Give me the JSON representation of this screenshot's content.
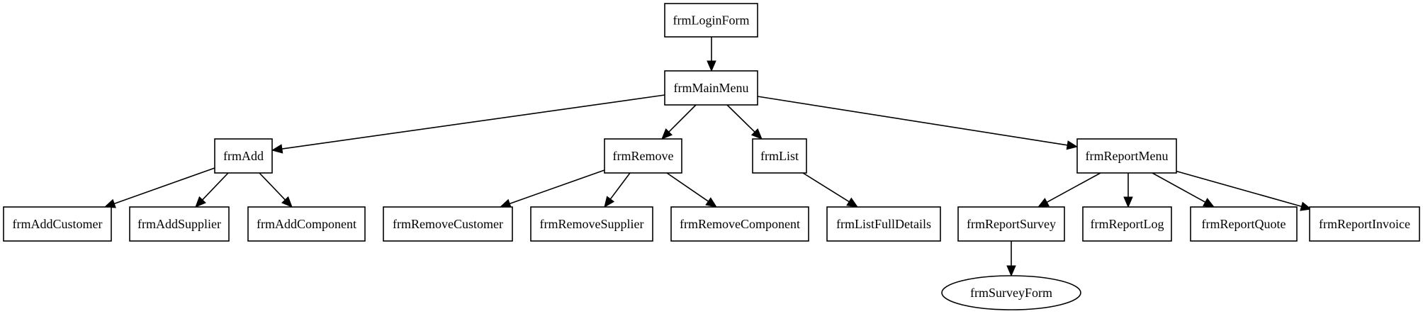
{
  "diagram": {
    "nodes": [
      {
        "id": "login",
        "label": "frmLoginForm",
        "shape": "box"
      },
      {
        "id": "main",
        "label": "frmMainMenu",
        "shape": "box"
      },
      {
        "id": "add",
        "label": "frmAdd",
        "shape": "box"
      },
      {
        "id": "remove",
        "label": "frmRemove",
        "shape": "box"
      },
      {
        "id": "list",
        "label": "frmList",
        "shape": "box"
      },
      {
        "id": "report",
        "label": "frmReportMenu",
        "shape": "box"
      },
      {
        "id": "addCustomer",
        "label": "frmAddCustomer",
        "shape": "box"
      },
      {
        "id": "addSupplier",
        "label": "frmAddSupplier",
        "shape": "box"
      },
      {
        "id": "addComponent",
        "label": "frmAddComponent",
        "shape": "box"
      },
      {
        "id": "removeCustomer",
        "label": "frmRemoveCustomer",
        "shape": "box"
      },
      {
        "id": "removeSupplier",
        "label": "frmRemoveSupplier",
        "shape": "box"
      },
      {
        "id": "removeComponent",
        "label": "frmRemoveComponent",
        "shape": "box"
      },
      {
        "id": "listFull",
        "label": "frmListFullDetails",
        "shape": "box"
      },
      {
        "id": "reportSurvey",
        "label": "frmReportSurvey",
        "shape": "box"
      },
      {
        "id": "reportLog",
        "label": "frmReportLog",
        "shape": "box"
      },
      {
        "id": "reportQuote",
        "label": "frmReportQuote",
        "shape": "box"
      },
      {
        "id": "reportInvoice",
        "label": "frmReportInvoice",
        "shape": "box"
      },
      {
        "id": "surveyForm",
        "label": "frmSurveyForm",
        "shape": "ellipse"
      }
    ],
    "edges": [
      {
        "from": "login",
        "to": "main"
      },
      {
        "from": "main",
        "to": "add"
      },
      {
        "from": "main",
        "to": "remove"
      },
      {
        "from": "main",
        "to": "list"
      },
      {
        "from": "main",
        "to": "report"
      },
      {
        "from": "add",
        "to": "addCustomer"
      },
      {
        "from": "add",
        "to": "addSupplier"
      },
      {
        "from": "add",
        "to": "addComponent"
      },
      {
        "from": "remove",
        "to": "removeCustomer"
      },
      {
        "from": "remove",
        "to": "removeSupplier"
      },
      {
        "from": "remove",
        "to": "removeComponent"
      },
      {
        "from": "list",
        "to": "listFull"
      },
      {
        "from": "report",
        "to": "reportSurvey"
      },
      {
        "from": "report",
        "to": "reportLog"
      },
      {
        "from": "report",
        "to": "reportQuote"
      },
      {
        "from": "report",
        "to": "reportInvoice"
      },
      {
        "from": "reportSurvey",
        "to": "surveyForm"
      }
    ]
  }
}
